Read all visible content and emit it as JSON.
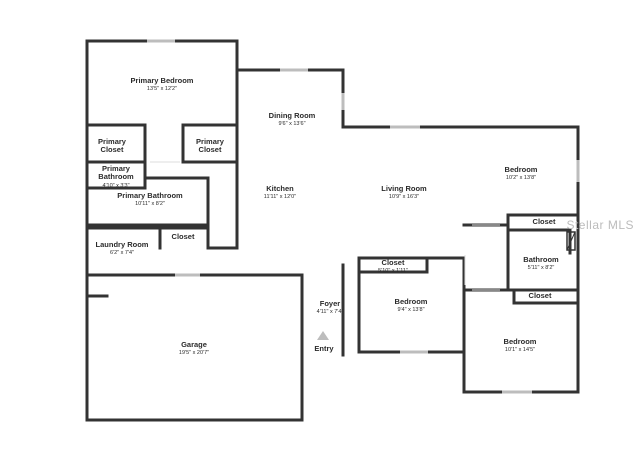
{
  "rooms": [
    {
      "id": "primary-bedroom",
      "name": "Primary Bedroom",
      "dim": "13'5\" x 12'2\""
    },
    {
      "id": "dining-room",
      "name": "Dining Room",
      "dim": "9'6\" x 13'6\""
    },
    {
      "id": "primary-closet-left",
      "name": "Primary\nCloset",
      "dim": ""
    },
    {
      "id": "primary-closet-right",
      "name": "Primary\nCloset",
      "dim": ""
    },
    {
      "id": "primary-bathroom-small",
      "name": "Primary\nBathroom",
      "dim": "4'10\" x 3'3\""
    },
    {
      "id": "primary-bathroom",
      "name": "Primary Bathroom",
      "dim": "10'11\" x 8'2\""
    },
    {
      "id": "kitchen",
      "name": "Kitchen",
      "dim": "11'11\" x 12'0\""
    },
    {
      "id": "living-room",
      "name": "Living Room",
      "dim": "10'9\" x 16'3\""
    },
    {
      "id": "bedroom-top",
      "name": "Bedroom",
      "dim": "10'2\" x 13'8\""
    },
    {
      "id": "closet-right-top",
      "name": "Closet",
      "dim": ""
    },
    {
      "id": "laundry-room",
      "name": "Laundry Room",
      "dim": "6'2\" x 7'4\""
    },
    {
      "id": "closet-laundry",
      "name": "Closet",
      "dim": ""
    },
    {
      "id": "closet-center",
      "name": "Closet",
      "dim": "5'10\" x 1'11\""
    },
    {
      "id": "bathroom",
      "name": "Bathroom",
      "dim": "5'11\" x 8'2\""
    },
    {
      "id": "closet-right-bottom",
      "name": "Closet",
      "dim": ""
    },
    {
      "id": "foyer",
      "name": "Foyer",
      "dim": "4'11\" x 7'4\""
    },
    {
      "id": "bedroom-center",
      "name": "Bedroom",
      "dim": "9'4\" x 13'8\""
    },
    {
      "id": "garage",
      "name": "Garage",
      "dim": "19'5\" x 20'7\""
    },
    {
      "id": "bedroom-bottom",
      "name": "Bedroom",
      "dim": "10'1\" x 14'5\""
    }
  ],
  "entry_label": "Entry",
  "watermark": "Stellar MLS",
  "colors": {
    "wall": "#333333",
    "window": "#bdbdbd",
    "door_arrow": "#bdbdbd"
  }
}
